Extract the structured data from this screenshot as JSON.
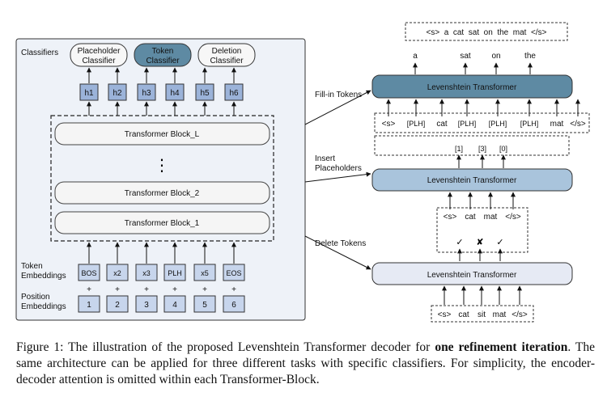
{
  "left_panel": {
    "classifiers_label": "Classifiers",
    "classifiers": [
      "Placeholder\nClassifier",
      "Token\nClassifier",
      "Deletion\nClassifier"
    ],
    "hidden_states": [
      "h1",
      "h2",
      "h3",
      "h4",
      "h5",
      "h6"
    ],
    "blocks": [
      "Transformer Block_L",
      "Transformer Block_2",
      "Transformer Block_1"
    ],
    "ellipsis": "⋮",
    "token_emb_label": "Token\nEmbeddings",
    "position_emb_label": "Position\nEmbeddings",
    "tokens": [
      "BOS",
      "x2",
      "x3",
      "PLH",
      "x5",
      "EOS"
    ],
    "positions": [
      "1",
      "2",
      "3",
      "4",
      "5",
      "6"
    ],
    "plus": "+"
  },
  "right_panel": {
    "output_sequence": "<s>  a  cat  sat  on  the  mat  </s>",
    "filled_tokens": [
      "a",
      "sat",
      "on",
      "the"
    ],
    "model_label": "Levenshtein Transformer",
    "stage_labels": {
      "fill": "Fill-in Tokens",
      "insert": "Insert\nPlaceholders",
      "delete": "Delete Tokens"
    },
    "plh_sequence": [
      "<s>",
      "[PLH]",
      "cat",
      "[PLH]",
      "[PLH]",
      "[PLH]",
      "mat",
      "</s>"
    ],
    "insert_counts": [
      "[1]",
      "[3]",
      "[0]"
    ],
    "kept_sequence": [
      "<s>",
      "cat",
      "mat",
      "</s>"
    ],
    "delete_marks": [
      "✓",
      "✘",
      "✓"
    ],
    "input_sequence": [
      "<s>",
      "cat",
      "sit",
      "mat",
      "</s>"
    ]
  },
  "caption": {
    "figure_label": "Figure 1:",
    "text_1": " The illustration of the proposed Levenshtein Transformer decoder for ",
    "bold": "one refinement iteration",
    "text_2": ". The same architecture can be applied for three different tasks with specific classifiers. For simplicity, the encoder-decoder attention is omitted within each Transformer-Block."
  },
  "colors": {
    "panel_bg": "#eef2f8",
    "panel_border": "#333333",
    "hidden_fill": "#9bb3d9",
    "token_fill": "#c7d5ec",
    "classifier_highlight": "#5e8aa3",
    "fill_transformer": "#5e8aa3",
    "insert_transformer": "#a9c4dc",
    "delete_transformer": "#e6eaf4"
  }
}
